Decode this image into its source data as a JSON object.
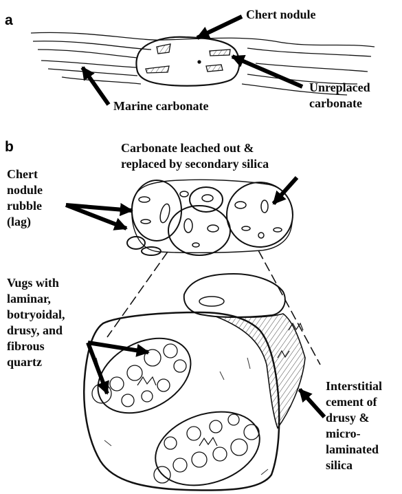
{
  "panels": {
    "a": "a",
    "b": "b"
  },
  "panel_a": {
    "chert_nodule": "Chert nodule",
    "marine_carbonate": "Marine carbonate",
    "unreplaced": [
      "Unreplaced",
      "carbonate"
    ]
  },
  "panel_b": {
    "leached": [
      "Carbonate leached out &",
      "replaced by secondary silica"
    ],
    "rubble": [
      "Chert",
      "nodule",
      "rubble",
      "(lag)"
    ],
    "vugs": [
      "Vugs with",
      "laminar,",
      "botryoidal,",
      "drusy, and",
      "fibrous",
      "quartz"
    ],
    "interstitial": [
      "Interstitial",
      "cement of",
      "drusy &",
      "micro-",
      "laminated",
      "silica"
    ]
  }
}
